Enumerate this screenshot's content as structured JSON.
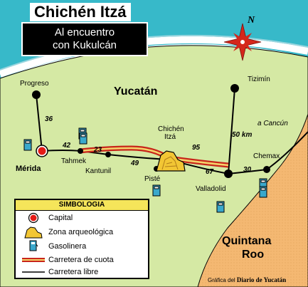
{
  "title": "Chichén Itzá",
  "subtitle": {
    "line1": "Al encuentro",
    "line2": "con Kukulcán"
  },
  "north_label": "N",
  "regions": {
    "yucatan": "Yucatán",
    "quintana_roo_line1": "Quintana",
    "quintana_roo_line2": "Roo"
  },
  "places": {
    "progreso": "Progreso",
    "merida": "Mérida",
    "tahmek": "Tahmek",
    "kantunil": "Kantunil",
    "chichen_line1": "Chichén",
    "chichen_line2": "Itzá",
    "piste": "Pisté",
    "valladolid": "Valladolid",
    "tizimin": "Tizimín",
    "chemax": "Chemax",
    "cancun": "a Cancún"
  },
  "distances": {
    "progreso_merida": "36",
    "merida_tahmek": "42",
    "tahmek_kantunil": "23",
    "kantunil_chichen": "49",
    "chichen_valladolid_toll": "95",
    "chichen_valladolid_free": "67",
    "valladolid_tizimin": "50 km",
    "valladolid_chemax": "30"
  },
  "legend": {
    "header": "SIMBOLOGIA",
    "capital": "Capital",
    "archaeological_zone": "Zona arqueológica",
    "gas_station": "Gasolinera",
    "toll_road": "Carretera de cuota",
    "free_road": "Carretera libre"
  },
  "credit": {
    "prefix": "Gráfica del",
    "source": "Diario de Yucatán"
  },
  "colors": {
    "sea": "#37b9c9",
    "land": "#d5e9a4",
    "quintana_roo": "#f4b872",
    "road_toll": "#c8251a",
    "road_toll_inner": "#f5d36b",
    "capital": "#e41b17",
    "gas_station": "#3aa8cc",
    "ruins": "#f2c634",
    "compass": "#d5271b"
  },
  "icons": [
    "compass-rose-icon",
    "capital-icon",
    "ruins-icon",
    "gas-station-icon"
  ]
}
